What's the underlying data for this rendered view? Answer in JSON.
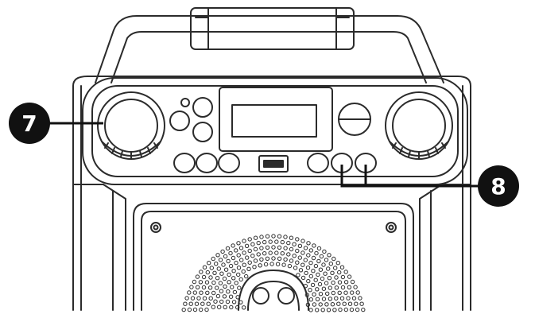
{
  "callouts": [
    {
      "id": "7",
      "label": "7"
    },
    {
      "id": "8",
      "label": "8"
    }
  ],
  "colors": {
    "line": "#2b2b2b",
    "fill": "#ffffff",
    "callout_bg": "#111111",
    "callout_text": "#ffffff"
  },
  "icons": [
    "usb-port-icon",
    "volume-knob-icon",
    "speaker-grille-icon"
  ]
}
